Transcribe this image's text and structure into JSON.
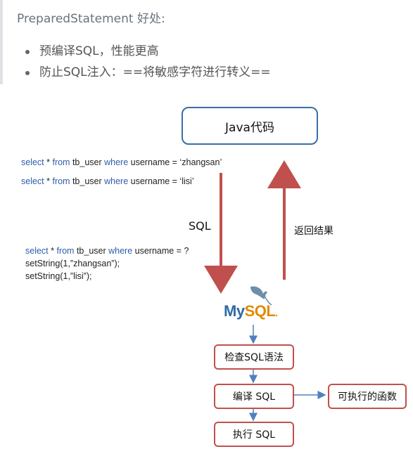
{
  "quote": {
    "title": "PreparedStatement 好处:",
    "bullets": [
      "预编译SQL，性能更高",
      "防止SQL注入：==将敏感字符进行转义=="
    ]
  },
  "diagram": {
    "java_box": "Java代码",
    "query1": {
      "select": "select",
      "star": " * ",
      "from": "from",
      "table": " tb_user ",
      "where": "where",
      "cond": " username = ‘zhangsan’"
    },
    "query2": {
      "select": "select",
      "star": " * ",
      "from": "from",
      "table": " tb_user ",
      "where": "where",
      "cond": " username = ‘lisi’"
    },
    "sql_label": "SQL",
    "return_label": "返回结果",
    "prepared": {
      "select": "select",
      "star": " * ",
      "from": "from",
      "table": " tb_user ",
      "where": "where",
      "cond": " username = ?",
      "line2": "setString(1,”zhangsan”);",
      "line3": "setString(1,”lisi”);"
    },
    "mysql_logo_text_a": "My",
    "mysql_logo_text_b": "SQL",
    "mysql_logo_text_c": ".",
    "steps": {
      "check": "检查SQL语法",
      "compile": "编译 SQL",
      "execute": "执行 SQL",
      "function": "可执行的函数"
    }
  },
  "colors": {
    "red_arrow": "#c0504d",
    "blue_arrow": "#4f81bd",
    "box_border": "#c0504d",
    "java_border": "#3a6ea5",
    "keyword": "#2e5da8"
  }
}
